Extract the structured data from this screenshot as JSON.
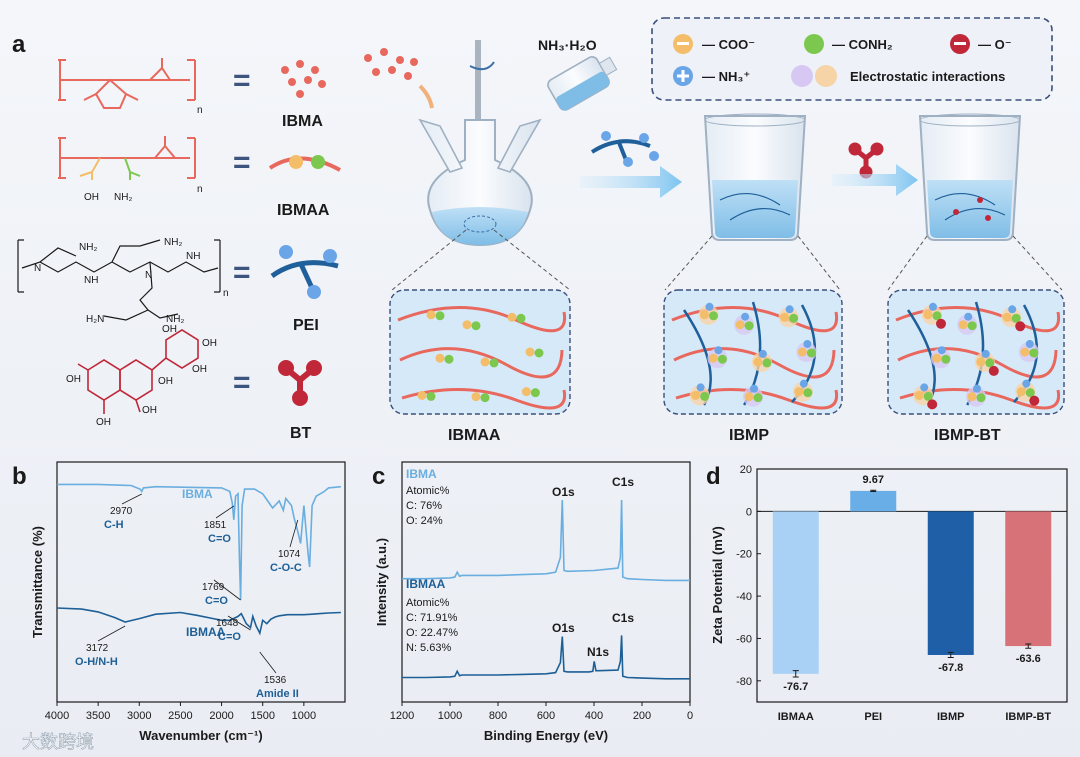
{
  "panels": {
    "a": "a",
    "b": "b",
    "c": "c",
    "d": "d"
  },
  "panel_a": {
    "materials": [
      "IBMA",
      "IBMAA",
      "PEI",
      "BT"
    ],
    "equals": "=",
    "chem": {
      "n": "n",
      "oh": "OH",
      "nh2": "NH₂",
      "nh": "NH",
      "n_atom": "N",
      "h2n": "H₂N"
    },
    "reagent": "NH₃·H₂O",
    "legend": {
      "coo": "— COO⁻",
      "conh2": "— CONH₂",
      "o": "— O⁻",
      "nh3": "— NH₃⁺",
      "electrostatic": "Electrostatic interactions"
    },
    "stages": [
      "IBMAA",
      "IBMP",
      "IBMP-BT"
    ],
    "colors": {
      "polymer": "#e8685e",
      "pei": "#1f5f9a",
      "bt": "#c0283a",
      "coo": "#f3bd6a",
      "conh2": "#7cc84e",
      "nh3": "#6aa5e8",
      "frame": "#3a4f7a"
    }
  },
  "panel_b": {
    "chart_data": {
      "type": "line",
      "xlabel": "Wavenumber (cm⁻¹)",
      "ylabel": "Transmittance (%)",
      "xlim": [
        4000,
        500
      ],
      "xticks": [
        "4000",
        "3500",
        "3000",
        "2500",
        "2000",
        "1500",
        "1000"
      ],
      "series": [
        {
          "name": "IBMA",
          "color": "#6aaee0",
          "x": [
            4000,
            3500,
            3100,
            2990,
            2970,
            2950,
            2800,
            2000,
            1900,
            1870,
            1851,
            1830,
            1800,
            1785,
            1769,
            1750,
            1720,
            1600,
            1500,
            1460,
            1380,
            1300,
            1250,
            1220,
            1150,
            1120,
            1074,
            1040,
            1000,
            950,
            930,
            900,
            850,
            750,
            700,
            550
          ],
          "y": [
            0.02,
            0.02,
            0.03,
            0.06,
            0.08,
            0.05,
            0.04,
            0.05,
            0.08,
            0.18,
            0.32,
            0.12,
            0.1,
            0.6,
            1.0,
            0.2,
            0.06,
            0.06,
            0.1,
            0.14,
            0.22,
            0.16,
            0.24,
            0.14,
            0.2,
            0.3,
            0.42,
            0.52,
            0.2,
            0.6,
            0.72,
            0.2,
            0.12,
            0.08,
            0.05,
            0.04
          ]
        },
        {
          "name": "IBMAA",
          "color": "#1e5f96",
          "x": [
            4000,
            3700,
            3500,
            3300,
            3172,
            3000,
            2800,
            2500,
            2300,
            2100,
            2000,
            1900,
            1800,
            1760,
            1700,
            1648,
            1620,
            1580,
            1536,
            1500,
            1450,
            1400,
            1350,
            1300,
            1200,
            1100,
            1000,
            900,
            800,
            700,
            550
          ],
          "y": [
            0.0,
            0.02,
            0.07,
            0.17,
            0.25,
            0.19,
            0.11,
            0.08,
            0.13,
            0.19,
            0.22,
            0.22,
            0.15,
            0.1,
            0.28,
            0.35,
            0.15,
            0.32,
            0.45,
            0.22,
            0.28,
            0.2,
            0.16,
            0.14,
            0.12,
            0.12,
            0.12,
            0.11,
            0.1,
            0.09,
            0.08
          ]
        }
      ],
      "annotations": [
        {
          "x": 2970,
          "series": "IBMA",
          "value": "2970",
          "group": "C-H"
        },
        {
          "x": 1851,
          "series": "IBMA",
          "value": "1851",
          "group": "C=O"
        },
        {
          "x": 1074,
          "series": "IBMA",
          "value": "1074",
          "group": "C-O-C"
        },
        {
          "x": 1769,
          "series": "IBMA",
          "value": "1769",
          "group": "C=O"
        },
        {
          "x": 3172,
          "series": "IBMAA",
          "value": "3172",
          "group": "O-H/N-H"
        },
        {
          "x": 1648,
          "series": "IBMAA",
          "value": "1648",
          "group": "C=O"
        },
        {
          "x": 1536,
          "series": "IBMAA",
          "value": "1536",
          "group": "Amide II"
        }
      ]
    }
  },
  "panel_c": {
    "chart_data": {
      "type": "line",
      "xlabel": "Binding Energy (eV)",
      "ylabel": "Intensity (a.u.)",
      "xlim": [
        1200,
        0
      ],
      "xticks": [
        "1200",
        "1000",
        "800",
        "600",
        "400",
        "200",
        "0"
      ],
      "series": [
        {
          "name": "IBMA",
          "color": "#6aaee0",
          "x": [
            1200,
            1100,
            1000,
            980,
            970,
            960,
            950,
            900,
            800,
            700,
            600,
            560,
            540,
            532,
            525,
            510,
            400,
            300,
            290,
            285,
            280,
            260,
            200,
            100,
            0
          ],
          "y": [
            0.04,
            0.04,
            0.05,
            0.06,
            0.12,
            0.07,
            0.08,
            0.08,
            0.08,
            0.09,
            0.1,
            0.12,
            0.3,
            1.0,
            0.14,
            0.13,
            0.14,
            0.17,
            0.3,
            1.0,
            0.06,
            0.04,
            0.03,
            0.02,
            0.02
          ],
          "info": {
            "header": "Atomic%",
            "lines": [
              "C: 76%",
              "O: 24%"
            ]
          },
          "peaks": [
            "O1s",
            "C1s"
          ]
        },
        {
          "name": "IBMAA",
          "color": "#1e5f96",
          "x": [
            1200,
            1100,
            1000,
            980,
            970,
            960,
            950,
            900,
            800,
            700,
            600,
            560,
            540,
            532,
            525,
            510,
            420,
            405,
            399,
            392,
            380,
            300,
            290,
            285,
            280,
            260,
            200,
            100,
            0
          ],
          "y": [
            0.04,
            0.04,
            0.05,
            0.06,
            0.14,
            0.07,
            0.08,
            0.08,
            0.08,
            0.09,
            0.1,
            0.12,
            0.28,
            0.7,
            0.14,
            0.13,
            0.13,
            0.14,
            0.3,
            0.15,
            0.15,
            0.16,
            0.3,
            0.72,
            0.06,
            0.04,
            0.03,
            0.02,
            0.02
          ],
          "info": {
            "header": "Atomic%",
            "lines": [
              "C: 71.91%",
              "O: 22.47%",
              "N: 5.63%"
            ]
          },
          "peaks": [
            "O1s",
            "N1s",
            "C1s"
          ]
        }
      ]
    }
  },
  "panel_d": {
    "chart_data": {
      "type": "bar",
      "ylabel": "Zeta Potential (mV)",
      "ylim": [
        -90,
        20
      ],
      "yticks": [
        "20",
        "0",
        "-20",
        "-40",
        "-60",
        "-80"
      ],
      "categories": [
        "IBMAA",
        "PEI",
        "IBMP",
        "IBMP-BT"
      ],
      "values": [
        -76.7,
        9.67,
        -67.8,
        -63.6
      ],
      "labels": [
        "-76.7",
        "9.67",
        "-67.8",
        "-63.6"
      ],
      "errors": [
        1.5,
        0.3,
        1.2,
        1.0
      ],
      "colors": [
        "#a9d0f5",
        "#6aaee8",
        "#1f5fa8",
        "#d77378"
      ]
    }
  },
  "watermark": "大数跨境"
}
